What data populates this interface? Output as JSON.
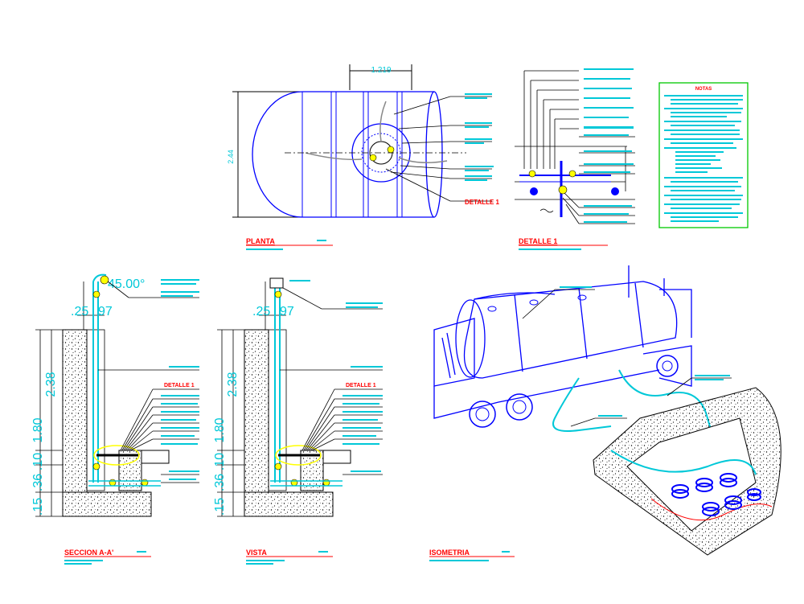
{
  "plan": {
    "title": "PLANTA",
    "dim_width": "1.219",
    "dim_height": "2.44",
    "detail_callout": "DETALLE 1"
  },
  "detail1": {
    "title": "DETALLE 1"
  },
  "notes": {
    "title": "NOTAS"
  },
  "section": {
    "title": "SECCION A-A'",
    "angle": "45.00°",
    "dim_pipe": ".25",
    "dim_pipe2": "97",
    "dim_total": "2.38",
    "dim_1": "1.80",
    "dim_2": ".10",
    "dim_3": ".36",
    "dim_4": ".15",
    "detail_callout": "DETALLE 1"
  },
  "view": {
    "title": "VISTA",
    "dim_pipe": ".25",
    "dim_pipe2": "97",
    "dim_total": "2.38",
    "dim_1": "1.80",
    "dim_2": ".10",
    "dim_3": ".36",
    "dim_4": ".15",
    "detail_callout": "DETALLE 1"
  },
  "isometric": {
    "title": "ISOMETRIA"
  },
  "colors": {
    "blue": "#0000ff",
    "cyan": "#00c8d8",
    "red": "#ff0000",
    "green": "#00c800",
    "yellow": "#ffff00",
    "black": "#000000"
  }
}
